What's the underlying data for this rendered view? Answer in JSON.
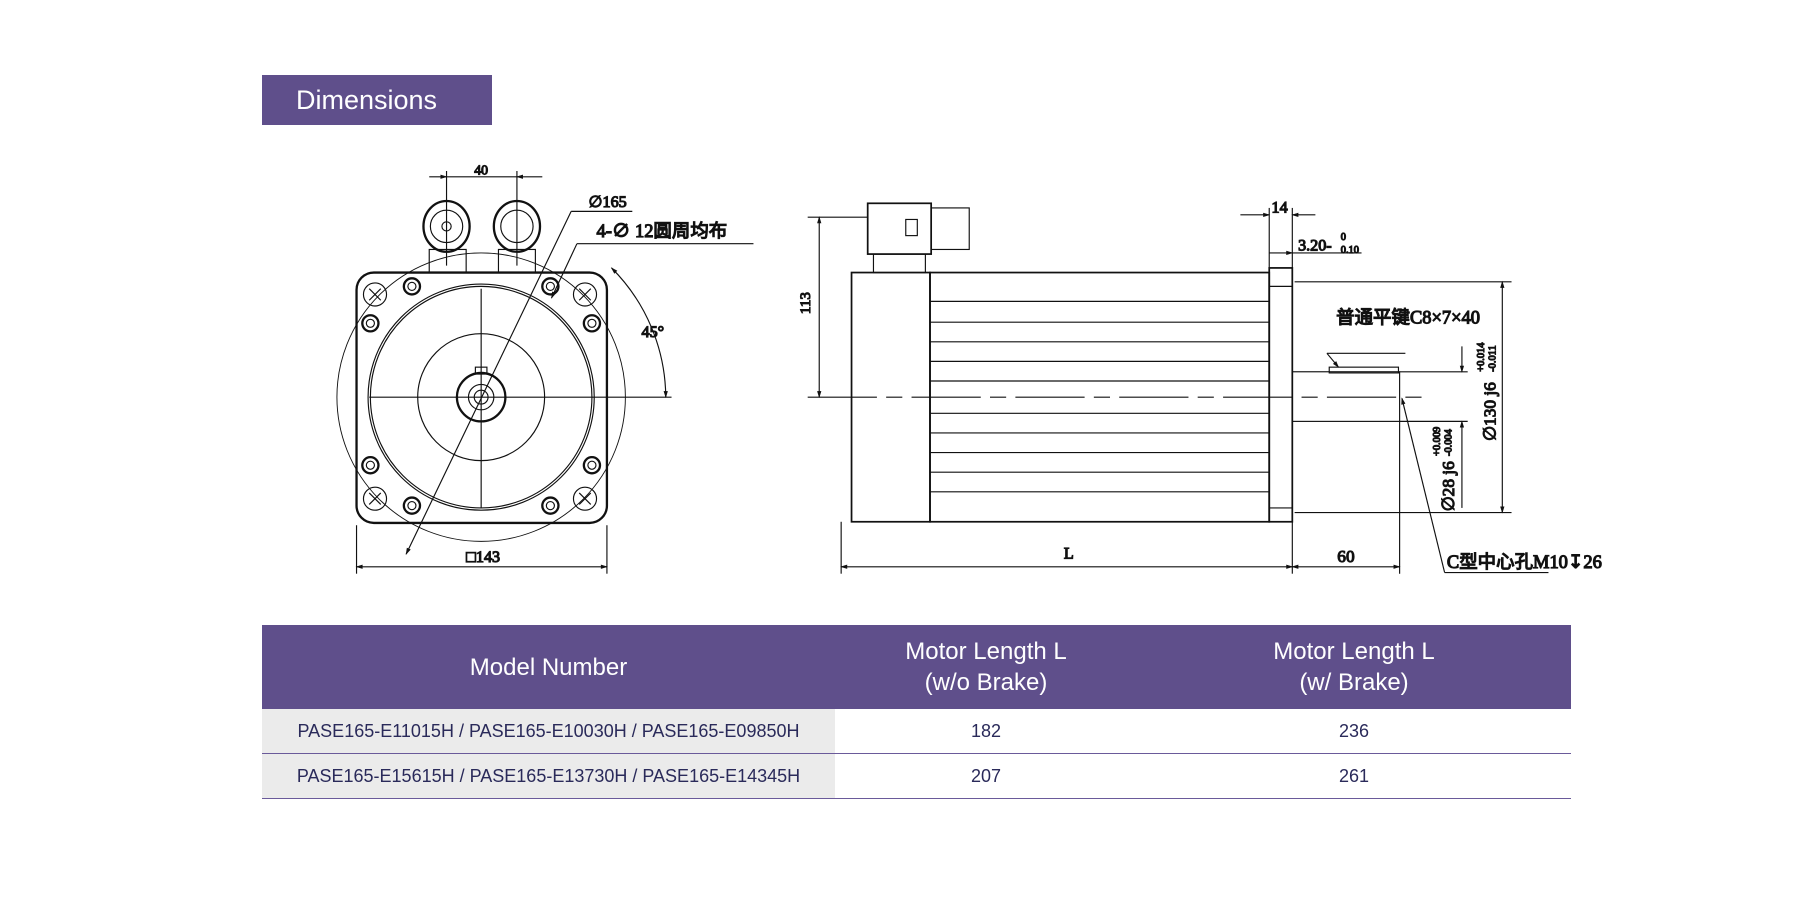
{
  "title": "Dimensions",
  "drawing": {
    "front": {
      "conn_spacing": "40",
      "pitch_dia": "∅165",
      "holes": "4-∅ 12圆周均布",
      "angle": "45°",
      "square": "□143"
    },
    "side": {
      "height": "113",
      "flange": "14",
      "spigot": "3.20-",
      "spigot_tol_upper": "0",
      "spigot_tol_lower": "0.10",
      "key": "普通平键C8×7×40",
      "pilot": "∅130 j6",
      "pilot_tol_upper": "+0.014",
      "pilot_tol_lower": "-0.011",
      "shaft": "∅28 j6",
      "shaft_tol_upper": "+0.009",
      "shaft_tol_lower": "-0.004",
      "length": "L",
      "shaft_len": "60",
      "center_hole": "C型中心孔M10↧26"
    }
  },
  "table": {
    "headers": [
      "Model Number",
      "Motor Length L",
      "(w/o Brake)",
      "Motor Length L",
      "(w/ Brake)"
    ],
    "rows": [
      {
        "model": "PASE165-E11015H / PASE165-E10030H / PASE165-E09850H",
        "no_brake": "182",
        "brake": "236"
      },
      {
        "model": "PASE165-E15615H / PASE165-E13730H / PASE165-E14345H",
        "no_brake": "207",
        "brake": "261"
      }
    ]
  }
}
